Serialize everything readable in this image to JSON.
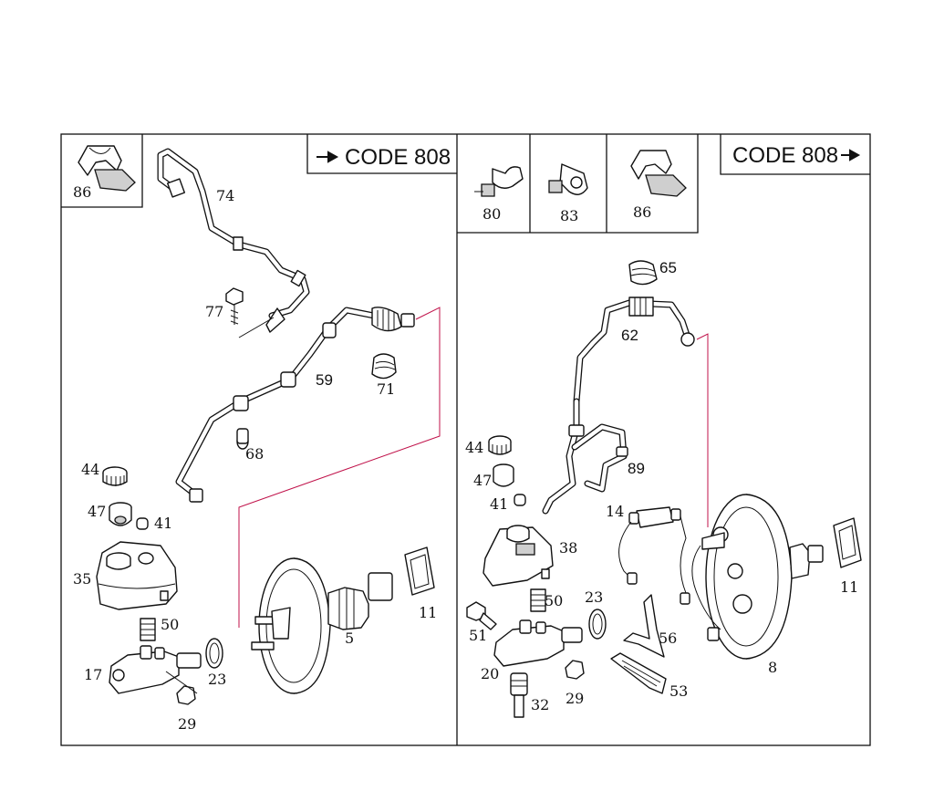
{
  "left_panel": {
    "code_box": "CODE 808",
    "clip_inset_label": "86",
    "part_labels": {
      "p74": "74",
      "p77": "77",
      "p59": "59",
      "p71": "71",
      "p68": "68",
      "p44": "44",
      "p47": "47",
      "p41": "41",
      "p35": "35",
      "p50": "50",
      "p17": "17",
      "p23": "23",
      "p29": "29",
      "p5": "5",
      "p11": "11"
    }
  },
  "right_panel": {
    "code_box": "CODE 808",
    "clip_inset_labels": {
      "c80": "80",
      "c83": "83",
      "c86": "86"
    },
    "part_labels": {
      "p65": "65",
      "p62": "62",
      "p89": "89",
      "p44": "44",
      "p47": "47",
      "p41": "41",
      "p14": "14",
      "p38": "38",
      "p50": "50",
      "p23": "23",
      "p51": "51",
      "p56": "56",
      "p20": "20",
      "p29": "29",
      "p32": "32",
      "p53": "53",
      "p8": "8",
      "p11": "11"
    }
  },
  "colors": {
    "ink": "#111111",
    "accent": "#c0124a"
  }
}
